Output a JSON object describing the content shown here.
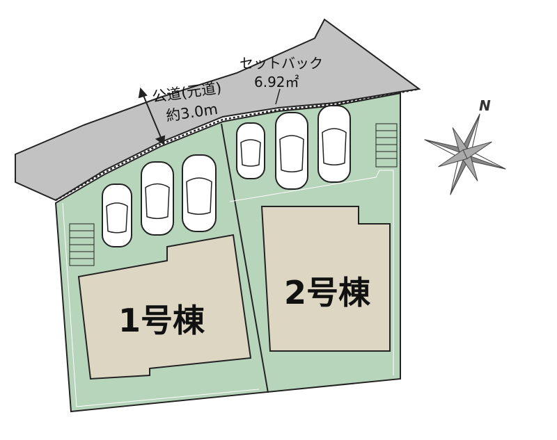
{
  "road": {
    "name": "公道(元道)",
    "width": "約3.0m"
  },
  "setback": {
    "label": "セットバック",
    "area": "6.92㎡"
  },
  "buildings": [
    {
      "label": "1号棟"
    },
    {
      "label": "2号棟"
    }
  ],
  "compass": {
    "label": "N"
  },
  "colors": {
    "road": "#c2c2c2",
    "lot": "#b7d5bb",
    "building": "#ddd6c3",
    "outline": "#222222"
  }
}
